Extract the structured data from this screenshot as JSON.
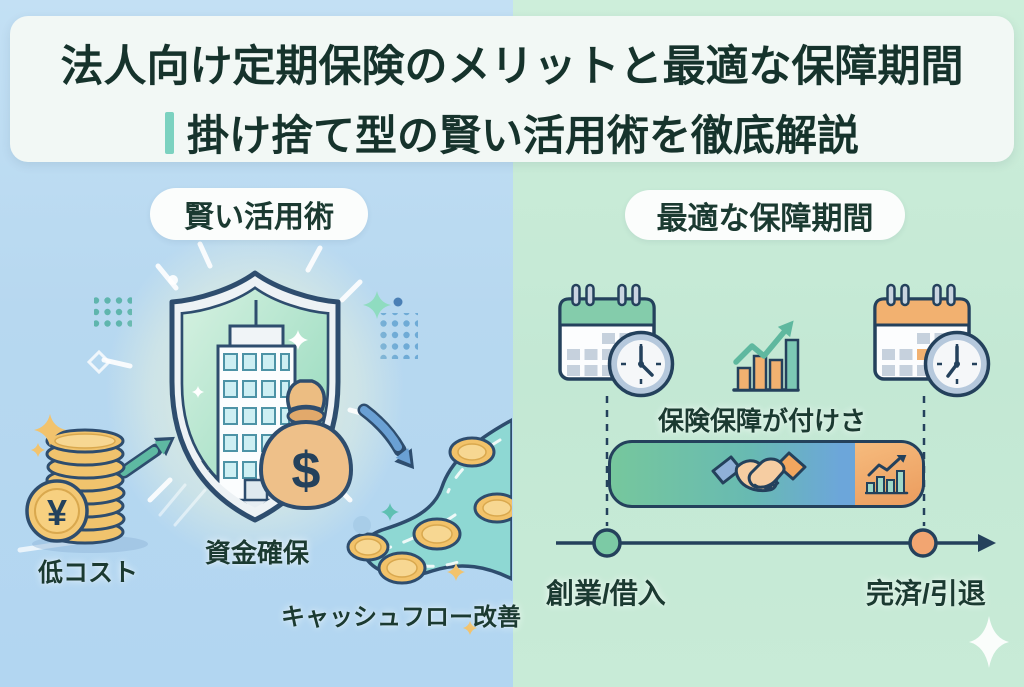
{
  "header": {
    "title_line1": "法人向け定期保険のメリットと最適な保障期間",
    "title_line2": "掛け捨て型の賢い活用術を徹底解説"
  },
  "left_section": {
    "badge_label": "賢い活用術",
    "labels": {
      "low_cost": "低コスト",
      "fund_security": "資金確保",
      "cashflow_improvement": "キャッシュフロー改善"
    },
    "symbols": {
      "yen": "¥",
      "dollar": "$"
    }
  },
  "right_section": {
    "badge_label": "最適な保障期間",
    "caption": "保険保障が付けさ",
    "timeline": {
      "start_label": "創業/借入",
      "end_label": "完済/引退"
    }
  },
  "colors": {
    "background_left": "#b7d8f0",
    "background_right": "#c7ead7",
    "accent_teal": "#7cd2c0",
    "outline_navy": "#24415c",
    "text_dark_green": "#16332c",
    "coin_gold": "#f0c36d",
    "bar_green": "#76c79d",
    "bar_blue": "#6ca6da",
    "bar_orange": "#f2a86e"
  }
}
